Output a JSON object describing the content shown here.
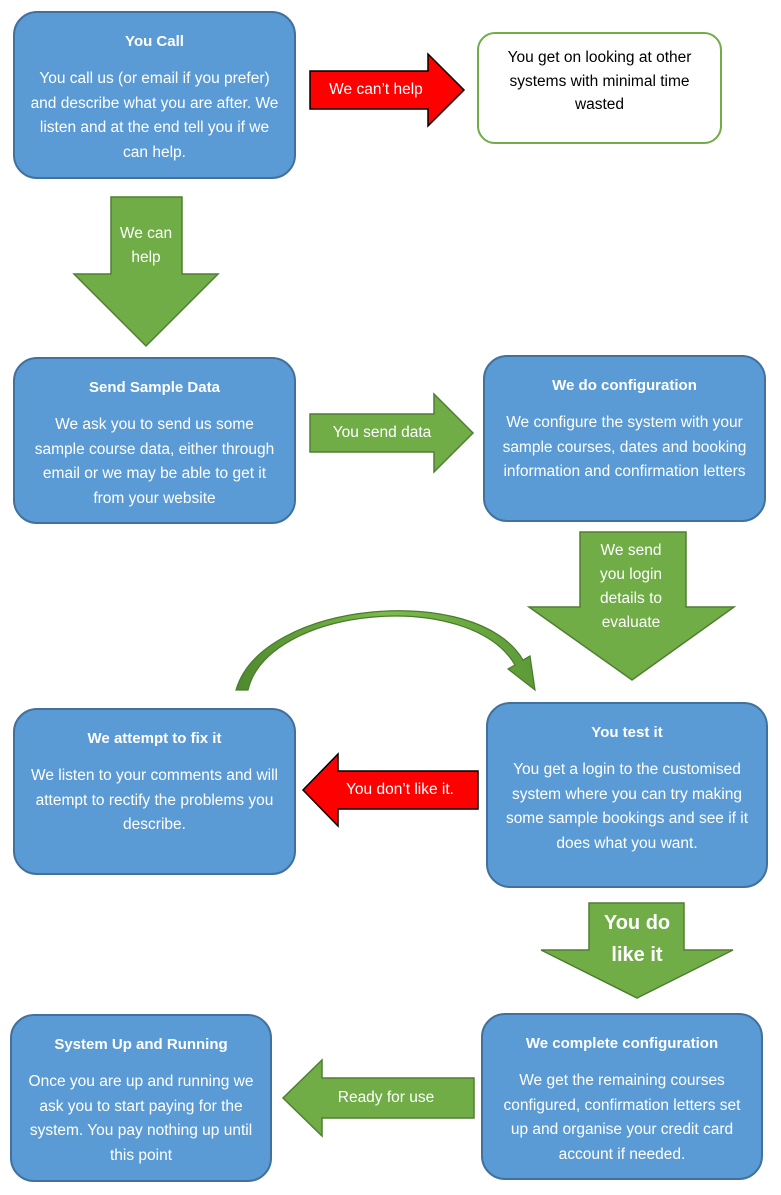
{
  "colors": {
    "box_fill": "#5b9bd5",
    "box_border": "#41719c",
    "green_arrow": "#70ad47",
    "red_arrow": "#ff0000"
  },
  "steps": {
    "you_call": {
      "title": "You Call",
      "body": "You call us (or email if you prefer) and describe what you are after. We listen and at the end tell you if we can help."
    },
    "outcome_no_help": {
      "body": "You get on looking at other systems with minimal time wasted"
    },
    "send_sample": {
      "title": "Send Sample Data",
      "body": "We ask you to send us some sample course data, either through email or we may be able to get it from your website"
    },
    "configuration": {
      "title": "We do configuration",
      "body": "We configure the system with your sample courses, dates and booking information and confirmation letters"
    },
    "fix_it": {
      "title": "We attempt to fix it",
      "body": "We listen to your comments and will attempt to rectify the problems you describe."
    },
    "test_it": {
      "title": "You test it",
      "body": "You get a login to the customised system where you can try making some sample bookings and see if it does what you want."
    },
    "up_running": {
      "title": "System Up and Running",
      "body": "Once you are up and running we ask you to start paying for the system. You pay nothing up until this point"
    },
    "complete_config": {
      "title": "We complete configuration",
      "body": "We get the remaining courses configured, confirmation letters set up and organise your credit card account if needed."
    }
  },
  "arrows": {
    "cant_help": "We can’t help",
    "can_help": "We can help",
    "send_data": "You send data",
    "send_login": "We send you login details to evaluate",
    "dont_like": "You don’t like it.",
    "do_like": "You do like it",
    "ready": "Ready for use"
  }
}
